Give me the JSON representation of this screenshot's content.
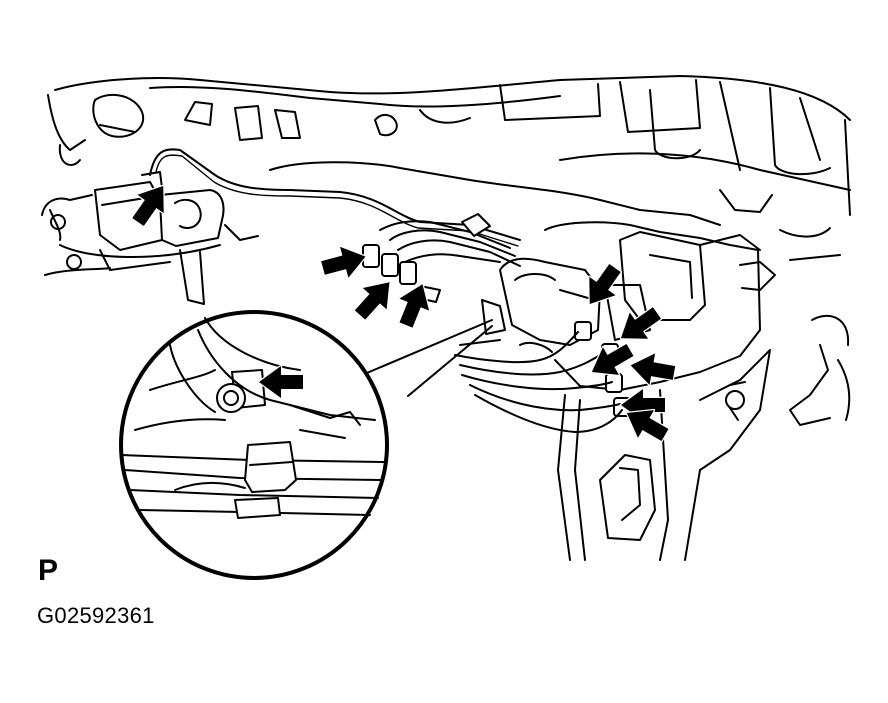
{
  "view_letter": "P",
  "figure_code": "G02592361",
  "colors": {
    "line": "#000000",
    "background": "#ffffff"
  },
  "arrow_count": 11
}
